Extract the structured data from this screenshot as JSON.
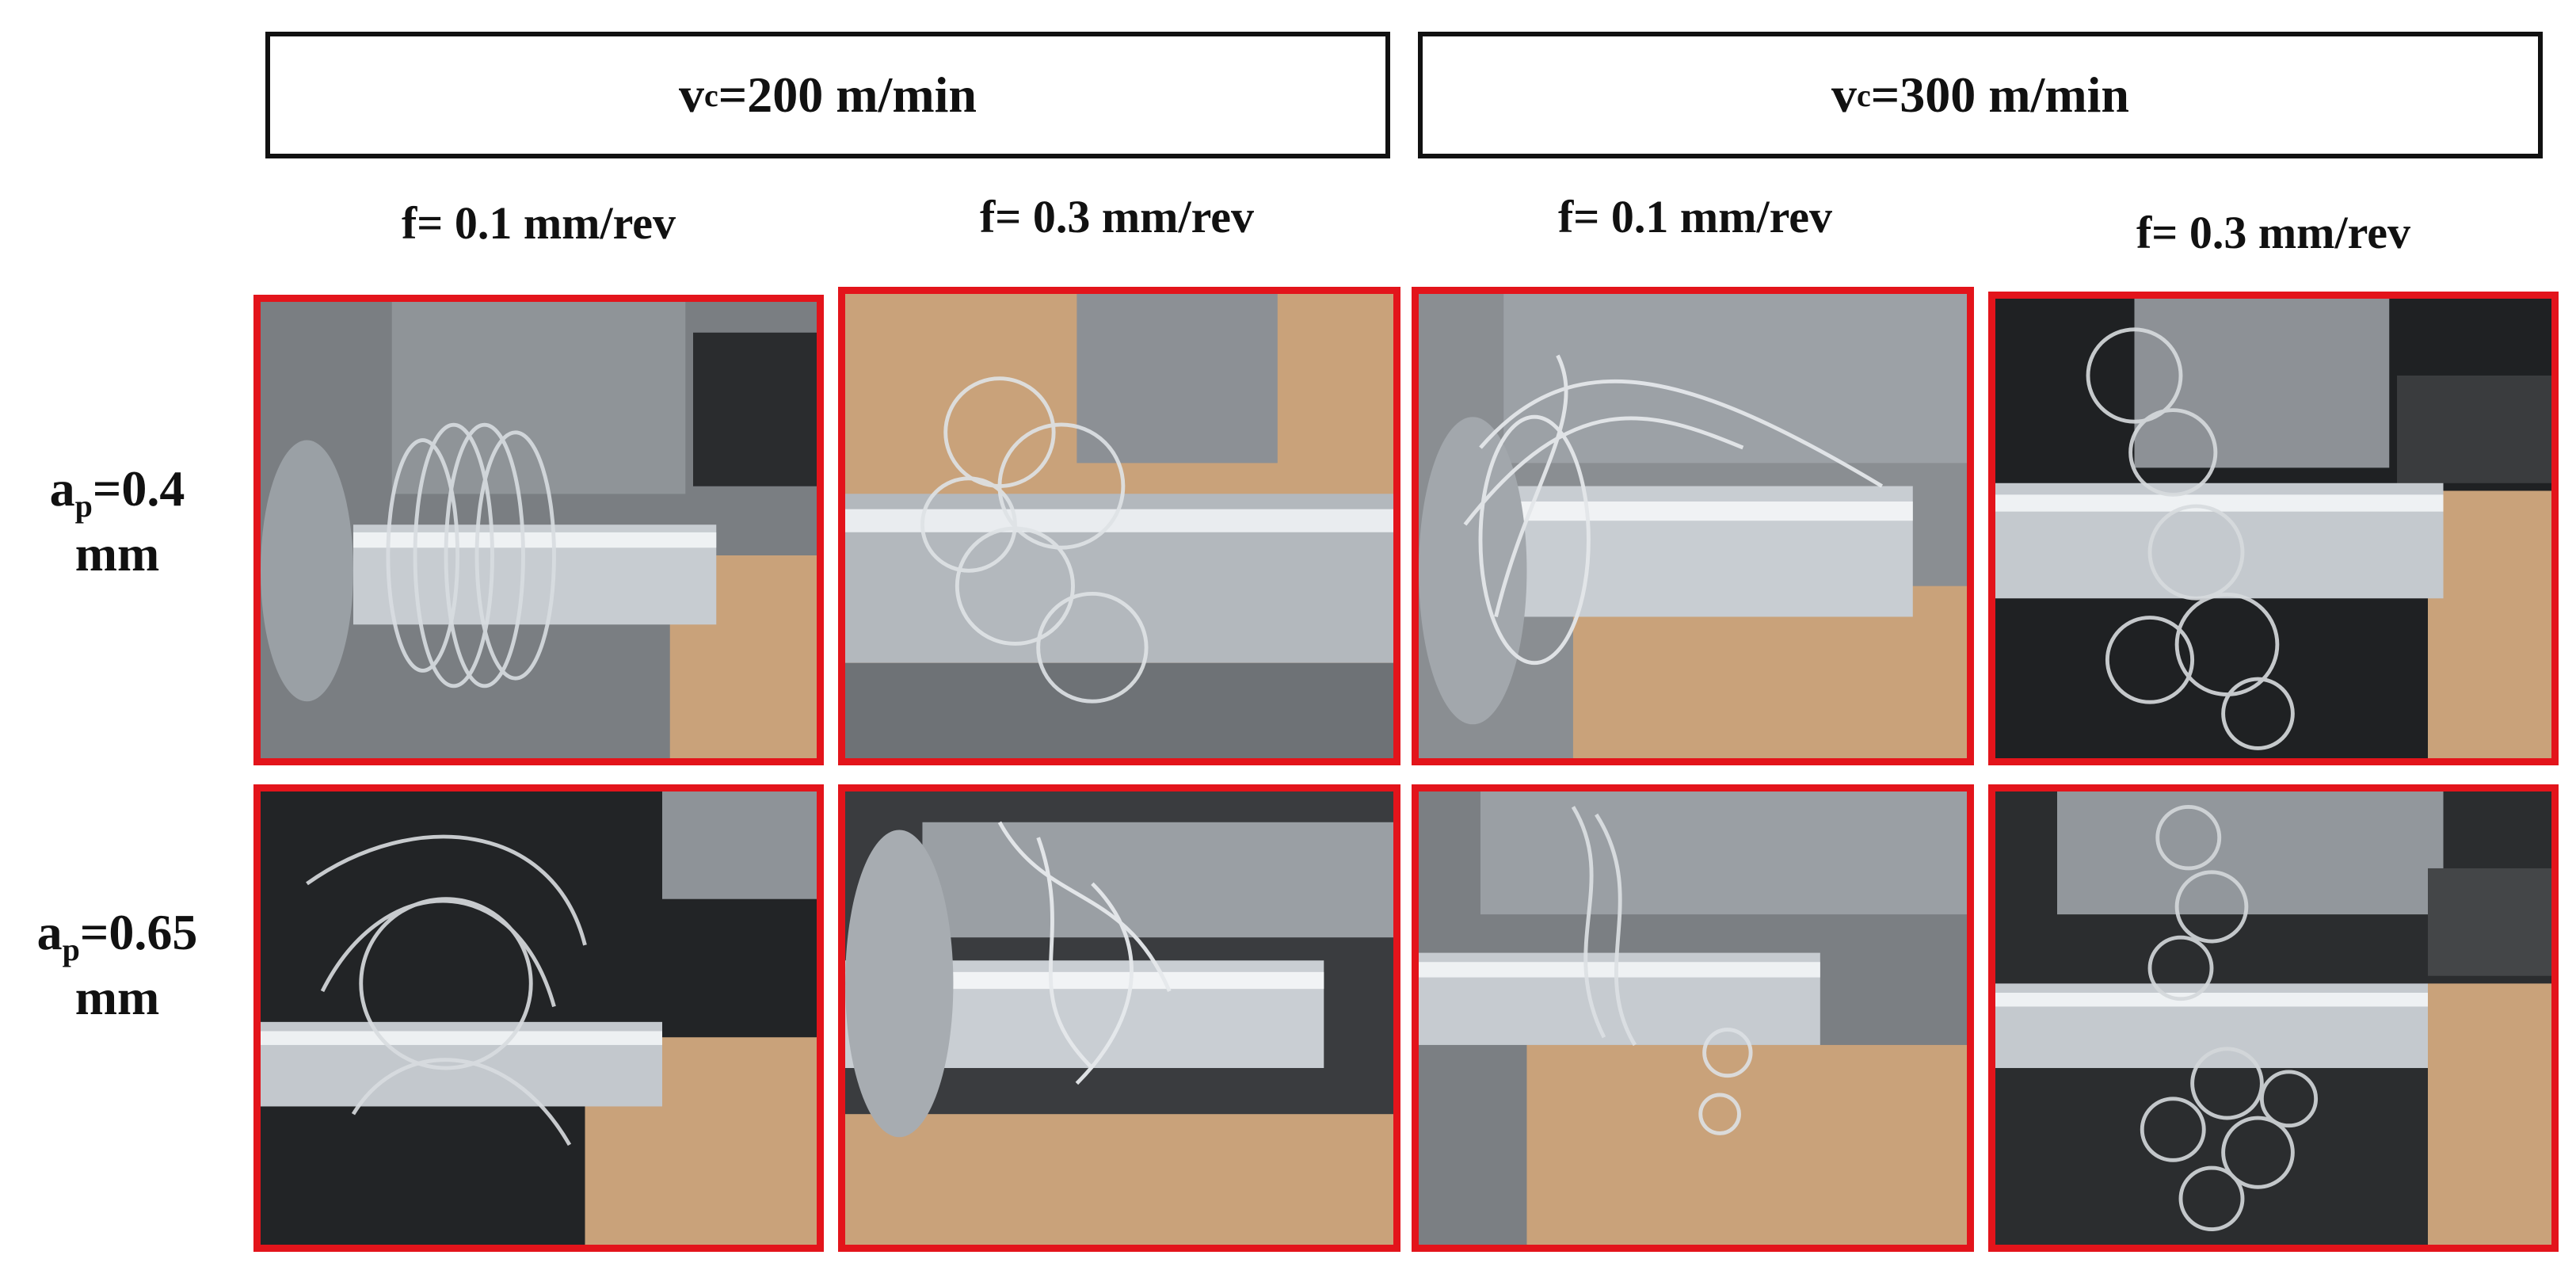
{
  "speeds": [
    {
      "label_main": "v",
      "label_sub": "c",
      "label_rest": "=200 m/min"
    },
    {
      "label_main": "v",
      "label_sub": "c",
      "label_rest": "=300 m/min"
    }
  ],
  "feeds": [
    "f= 0.1 mm/rev",
    "f= 0.3 mm/rev",
    "f= 0.1 mm/rev",
    "f= 0.3 mm/rev"
  ],
  "depths": [
    {
      "main": "a",
      "sub": "p",
      "rest": "=0.4",
      "unit": "mm"
    },
    {
      "main": "a",
      "sub": "p",
      "rest": "=0.65",
      "unit": "mm"
    }
  ],
  "colors": {
    "frame": "#e3141b",
    "text": "#111111",
    "cardboard": "#c9a27a",
    "steel": "#b9bec3"
  }
}
